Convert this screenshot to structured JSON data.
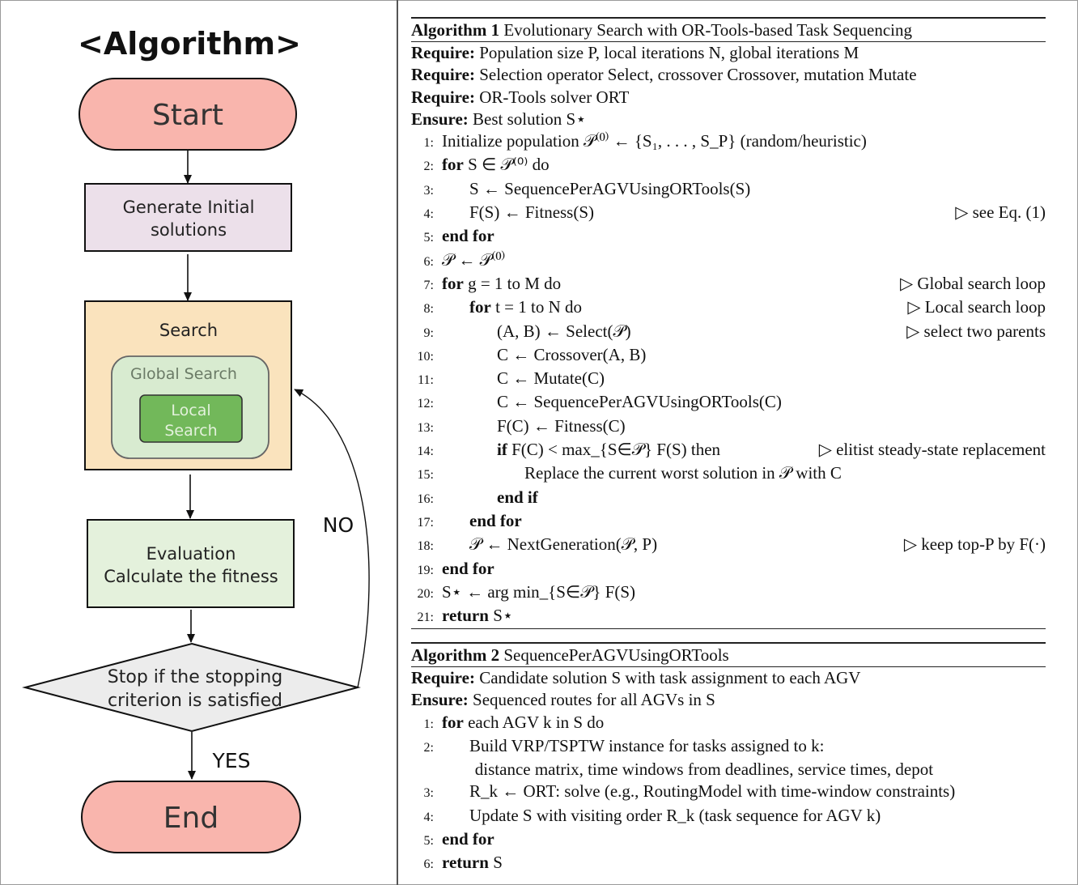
{
  "flowchart": {
    "title": "<Algorithm>",
    "nodes": {
      "start": "Start",
      "generate_line1": "Generate Initial",
      "generate_line2": "solutions",
      "search": "Search",
      "global_search": "Global Search",
      "local_line1": "Local",
      "local_line2": "Search",
      "evaluation_line1": "Evaluation",
      "evaluation_line2": "Calculate the fitness",
      "stop_line1": "Stop if the stopping",
      "stop_line2": "criterion is satisfied",
      "end": "End"
    },
    "edge_labels": {
      "no": "NO",
      "yes": "YES"
    },
    "colors": {
      "terminal": "#f9b5ad",
      "generate": "#ece0ea",
      "search": "#fae3bd",
      "global": "#d8ebd0",
      "local": "#72b85a",
      "evaluation": "#e4f1dc",
      "decision": "#ececec"
    }
  },
  "algorithm1": {
    "header_label": "Algorithm 1",
    "header_title": "Evolutionary Search with OR-Tools-based Task Sequencing",
    "lines": [
      {
        "num": "",
        "kw": "Require:",
        "text": "Population size P, local iterations N, global iterations M",
        "comment": ""
      },
      {
        "num": "",
        "kw": "Require:",
        "text": "Selection operator Select, crossover Crossover, mutation Mutate",
        "comment": ""
      },
      {
        "num": "",
        "kw": "Require:",
        "text": "OR-Tools solver ORT",
        "comment": ""
      },
      {
        "num": "",
        "kw": "Ensure:",
        "text": "Best solution S⋆",
        "comment": ""
      },
      {
        "num": "1:",
        "kw": "",
        "text": "Initialize population 𝒫⁽⁰⁾ ← {S₁, . . . , S_P} (random/heuristic)",
        "comment": ""
      },
      {
        "num": "2:",
        "kw": "for",
        "text": "S ∈ 𝒫⁽⁰⁾ do",
        "comment": ""
      },
      {
        "num": "3:",
        "kw": "",
        "text": "S ← SequencePerAGVUsingORTools(S)",
        "comment": ""
      },
      {
        "num": "4:",
        "kw": "",
        "text": "F(S) ← Fitness(S)",
        "comment": "▷ see Eq. (1)"
      },
      {
        "num": "5:",
        "kw": "end for",
        "text": "",
        "comment": ""
      },
      {
        "num": "6:",
        "kw": "",
        "text": "𝒫 ← 𝒫⁽⁰⁾",
        "comment": ""
      },
      {
        "num": "7:",
        "kw": "for",
        "text": "g = 1 to M do",
        "comment": "▷ Global search loop"
      },
      {
        "num": "8:",
        "kw": "for",
        "text": "t = 1 to N do",
        "comment": "▷ Local search loop"
      },
      {
        "num": "9:",
        "kw": "",
        "text": "(A, B) ← Select(𝒫)",
        "comment": "▷ select two parents"
      },
      {
        "num": "10:",
        "kw": "",
        "text": "C ← Crossover(A, B)",
        "comment": ""
      },
      {
        "num": "11:",
        "kw": "",
        "text": "C ← Mutate(C)",
        "comment": ""
      },
      {
        "num": "12:",
        "kw": "",
        "text": "C ← SequencePerAGVUsingORTools(C)",
        "comment": ""
      },
      {
        "num": "13:",
        "kw": "",
        "text": "F(C) ← Fitness(C)",
        "comment": ""
      },
      {
        "num": "14:",
        "kw": "if",
        "text": "F(C) < max_{S∈𝒫} F(S) then",
        "comment": "▷ elitist steady-state replacement"
      },
      {
        "num": "15:",
        "kw": "",
        "text": "Replace the current worst solution in 𝒫 with C",
        "comment": ""
      },
      {
        "num": "16:",
        "kw": "end if",
        "text": "",
        "comment": ""
      },
      {
        "num": "17:",
        "kw": "end for",
        "text": "",
        "comment": ""
      },
      {
        "num": "18:",
        "kw": "",
        "text": "𝒫 ← NextGeneration(𝒫, P)",
        "comment": "▷ keep top-P by F(·)"
      },
      {
        "num": "19:",
        "kw": "end for",
        "text": "",
        "comment": ""
      },
      {
        "num": "20:",
        "kw": "",
        "text": "S⋆ ← arg min_{S∈𝒫} F(S)",
        "comment": ""
      },
      {
        "num": "21:",
        "kw": "return",
        "text": "S⋆",
        "comment": ""
      }
    ]
  },
  "algorithm2": {
    "header_label": "Algorithm 2",
    "header_title": "SequencePerAGVUsingORTools",
    "lines": [
      {
        "num": "",
        "kw": "Require:",
        "text": "Candidate solution S with task assignment to each AGV",
        "comment": ""
      },
      {
        "num": "",
        "kw": "Ensure:",
        "text": "Sequenced routes for all AGVs in S",
        "comment": ""
      },
      {
        "num": "1:",
        "kw": "for",
        "text": "each AGV k in S do",
        "comment": ""
      },
      {
        "num": "2:",
        "kw": "",
        "text": "Build VRP/TSPTW instance for tasks assigned to k:",
        "comment": ""
      },
      {
        "num": "",
        "kw": "",
        "text": "distance matrix, time windows from deadlines, service times, depot",
        "comment": ""
      },
      {
        "num": "3:",
        "kw": "",
        "text": "R_k ← ORT: solve (e.g., RoutingModel with time-window constraints)",
        "comment": ""
      },
      {
        "num": "4:",
        "kw": "",
        "text": "Update S with visiting order R_k (task sequence for AGV k)",
        "comment": ""
      },
      {
        "num": "5:",
        "kw": "end for",
        "text": "",
        "comment": ""
      },
      {
        "num": "6:",
        "kw": "return",
        "text": "S",
        "comment": ""
      }
    ]
  }
}
